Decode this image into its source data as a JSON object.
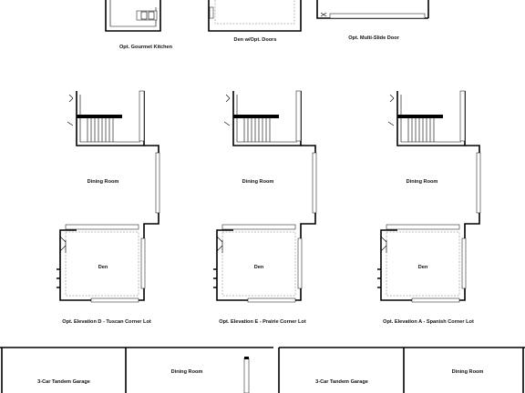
{
  "options": [
    {
      "caption": "Opt. Gourmet Kitchen"
    },
    {
      "caption": "Den w/Opt. Doors"
    },
    {
      "caption": "Opt. Multi-Slide Door"
    }
  ],
  "elevations": [
    {
      "caption": "Opt. Elevation D - Tuscan Corner Lot",
      "dining": "Dining Room",
      "den": "Den"
    },
    {
      "caption": "Opt. Elevation E - Prairie Corner Lot",
      "dining": "Dining Room",
      "den": "Den"
    },
    {
      "caption": "Opt. Elevation A - Spanish Corner Lot",
      "dining": "Dining Room",
      "den": "Den"
    }
  ],
  "bottom_strip": [
    {
      "label": "3-Car Tandem Garage"
    },
    {
      "label": "Dining Room"
    },
    {
      "label": "3-Car Tandem Garage"
    },
    {
      "label": "Dining Room"
    }
  ]
}
